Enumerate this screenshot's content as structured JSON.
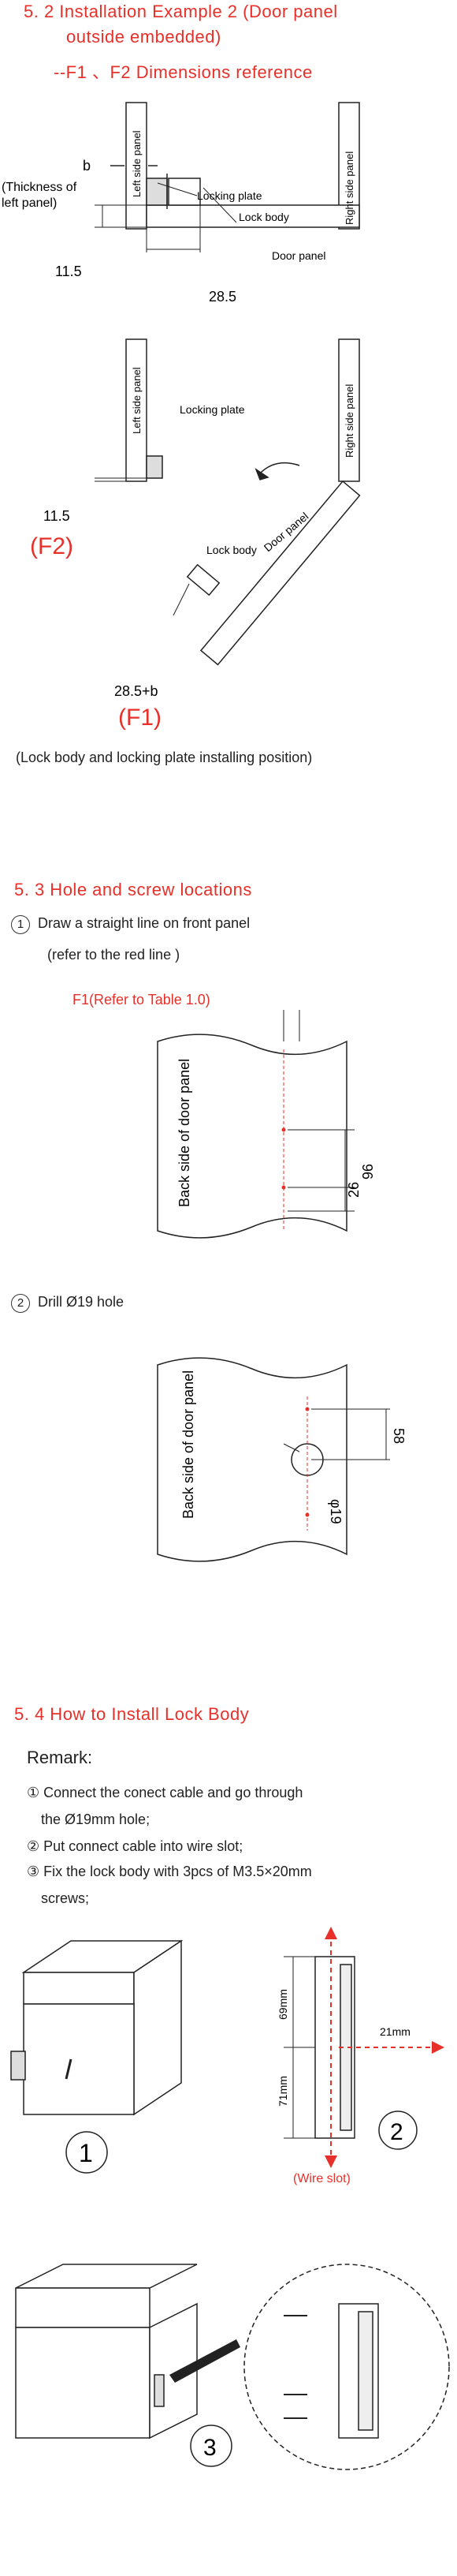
{
  "sec52": {
    "title1": "5. 2  Installation Example 2 (Door panel",
    "title2": "outside embedded)",
    "title3": "--F1 、F2  Dimensions reference",
    "left_panel": "Left side panel",
    "right_panel": "Right side panel",
    "b_label": "b",
    "thickness1": "(Thickness of",
    "thickness2": "left panel)",
    "locking_plate": "Locking plate",
    "lock_body": "Lock body",
    "door_panel": "Door panel",
    "dim_115": "11.5",
    "dim_285": "28.5",
    "f2": "(F2)",
    "dim_285b": "28.5+b",
    "f1": "(F1)",
    "caption": "(Lock body and locking plate installing position)"
  },
  "sec53": {
    "title": "5. 3  Hole and screw locations",
    "step1_num": "1",
    "step1_text": "Draw a straight line on front panel",
    "step1_sub": "(refer to the red line )",
    "f1_ref": "F1(Refer to Table 1.0)",
    "back_side": "Back side of door panel",
    "dim_96": "96",
    "dim_26": "26",
    "step2_num": "2",
    "step2_text": "Drill Ø19 hole",
    "dim_58": "58",
    "dim_phi19": "φ19"
  },
  "sec54": {
    "title": "5. 4  How to Install Lock Body",
    "remark": "Remark:",
    "r1a": "① Connect the conect cable and go through",
    "r1b": "the Ø19mm hole;",
    "r2": "② Put connect cable into wire slot;",
    "r3a": "③ Fix the lock body with 3pcs of M3.5×20mm",
    "r3b": "screws;",
    "fig1": "1",
    "fig2": "2",
    "fig3": "3",
    "dim_69": "69mm",
    "dim_71": "71mm",
    "dim_21": "21mm",
    "wire_slot": "(Wire slot)"
  },
  "colors": {
    "accent": "#e8302a",
    "ink": "#222222"
  }
}
